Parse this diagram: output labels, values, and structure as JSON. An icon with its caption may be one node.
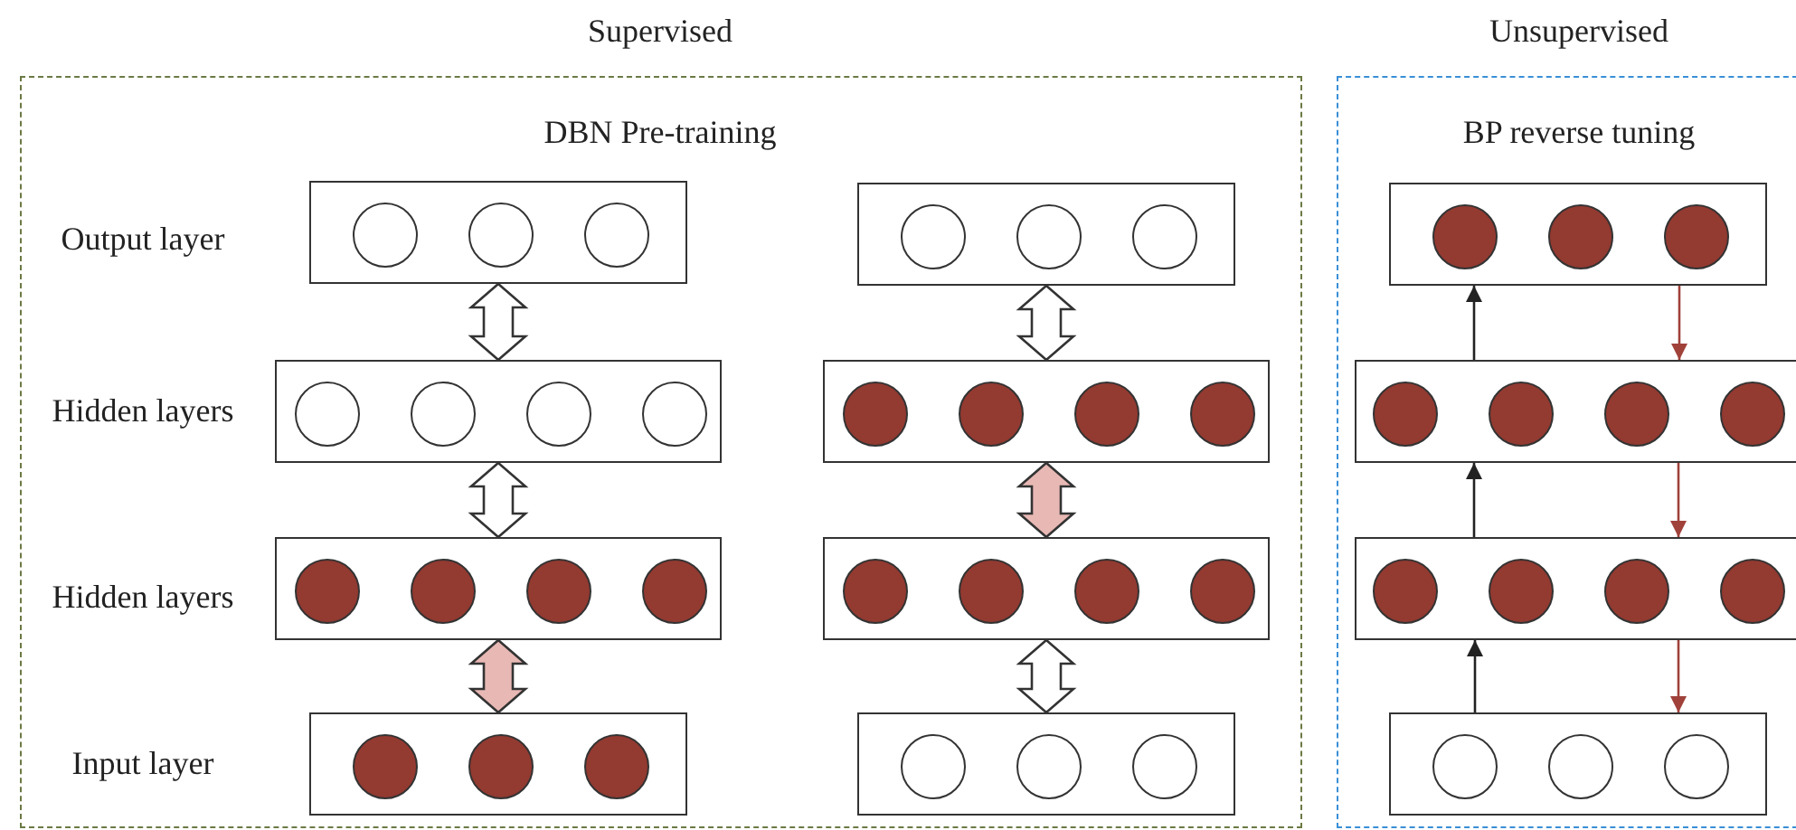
{
  "diagram": {
    "nodes": [
      {
        "text": [
          "Supervised",
          "DBN Pre-training"
        ]
      },
      {
        "text": [
          "Unsupervised",
          "BP reverse tuning"
        ]
      },
      {
        "text": [],
        "shape": "box",
        "in": 0
      },
      {
        "text": [],
        "shape": "circle",
        "in": 2
      },
      {
        "text": [],
        "shape": "circle",
        "in": 2
      },
      {
        "text": [],
        "shape": "circle",
        "in": 2
      },
      {
        "text": [],
        "shape": "box",
        "in": 0
      },
      {
        "text": [],
        "shape": "circle",
        "in": 6
      },
      {
        "text": [],
        "shape": "circle",
        "in": 6
      },
      {
        "text": [],
        "shape": "circle",
        "in": 6
      },
      {
        "text": [],
        "shape": "circle",
        "in": 6
      },
      {
        "text": [],
        "shape": "box",
        "in": 0
      },
      {
        "text": [],
        "shape": "circle",
        "in": 11
      },
      {
        "text": [],
        "shape": "circle",
        "in": 11
      },
      {
        "text": [],
        "shape": "circle",
        "in": 11
      },
      {
        "text": [],
        "shape": "circle",
        "in": 11
      },
      {
        "text": [],
        "shape": "box",
        "in": 0
      },
      {
        "text": [],
        "shape": "circle",
        "in": 16
      },
      {
        "text": [],
        "shape": "circle",
        "in": 16
      },
      {
        "text": [],
        "shape": "circle",
        "in": 16
      },
      {
        "text": [],
        "shape": "box",
        "in": 0
      },
      {
        "text": [],
        "shape": "circle",
        "in": 20
      },
      {
        "text": [],
        "shape": "circle",
        "in": 20
      },
      {
        "text": [],
        "shape": "circle",
        "in": 20
      },
      {
        "text": [],
        "shape": "box",
        "in": 0
      },
      {
        "text": [],
        "shape": "circle",
        "in": 24
      },
      {
        "text": [],
        "shape": "circle",
        "in": 24
      },
      {
        "text": [],
        "shape": "circle",
        "in": 24
      },
      {
        "text": [],
        "shape": "circle",
        "in": 24
      },
      {
        "text": [],
        "shape": "box",
        "in": 0
      },
      {
        "text": [],
        "shape": "circle",
        "in": 29
      },
      {
        "text": [],
        "shape": "circle",
        "in": 29
      },
      {
        "text": [],
        "shape": "circle",
        "in": 29
      },
      {
        "text": [],
        "shape": "circle",
        "in": 29
      },
      {
        "text": [],
        "shape": "box",
        "in": 0
      },
      {
        "text": [],
        "shape": "circle",
        "in": 34
      },
      {
        "text": [],
        "shape": "circle",
        "in": 34
      },
      {
        "text": [],
        "shape": "circle",
        "in": 34
      },
      {
        "text": [],
        "shape": "box",
        "in": 1
      },
      {
        "text": [],
        "shape": "circle",
        "in": 38
      },
      {
        "text": [],
        "shape": "circle",
        "in": 38
      },
      {
        "text": [],
        "shape": "circle",
        "in": 38
      },
      {
        "text": [],
        "shape": "box",
        "in": 1
      },
      {
        "text": [],
        "shape": "circle",
        "in": 42
      },
      {
        "text": [],
        "shape": "circle",
        "in": 42
      },
      {
        "text": [],
        "shape": "circle",
        "in": 42
      },
      {
        "text": [],
        "shape": "circle",
        "in": 42
      },
      {
        "text": [],
        "shape": "box",
        "in": 1
      },
      {
        "text": [],
        "shape": "circle",
        "in": 47
      },
      {
        "text": [],
        "shape": "circle",
        "in": 47
      },
      {
        "text": [],
        "shape": "circle",
        "in": 47
      },
      {
        "text": [],
        "shape": "circle",
        "in": 47
      },
      {
        "text": [],
        "shape": "box",
        "in": 1
      },
      {
        "text": [],
        "shape": "circle",
        "in": 52
      },
      {
        "text": [],
        "shape": "circle",
        "in": 52
      },
      {
        "text": [],
        "shape": "circle",
        "in": 52
      }
    ],
    "edges": [
      {
        "from": 2,
        "to": 6,
        "arrow": "both",
        "style": "thick"
      },
      {
        "from": 6,
        "to": 11,
        "arrow": "both",
        "style": "thick"
      },
      {
        "from": 11,
        "to": 16,
        "arrow": "both",
        "style": "thick",
        "color": "#e8b8b4"
      },
      {
        "from": 20,
        "to": 24,
        "arrow": "both",
        "style": "thick"
      },
      {
        "from": 24,
        "to": 29,
        "arrow": "both",
        "style": "thick",
        "color": "#e8b8b4"
      },
      {
        "from": 29,
        "to": 34,
        "arrow": "both",
        "style": "thick"
      },
      {
        "from": 52,
        "to": 47,
        "arrow": "to"
      },
      {
        "from": 47,
        "to": 42,
        "arrow": "to"
      },
      {
        "from": 42,
        "to": 38,
        "arrow": "to"
      },
      {
        "from": 38,
        "to": 42,
        "arrow": "to",
        "color": "#a0413a"
      },
      {
        "from": 42,
        "to": 47,
        "arrow": "to",
        "color": "#a0413a"
      },
      {
        "from": 47,
        "to": 52,
        "arrow": "to",
        "color": "#a0413a"
      }
    ],
    "labels": [
      "Output layer",
      "Hidden layers",
      "Hidden layers",
      "Input layer"
    ]
  }
}
